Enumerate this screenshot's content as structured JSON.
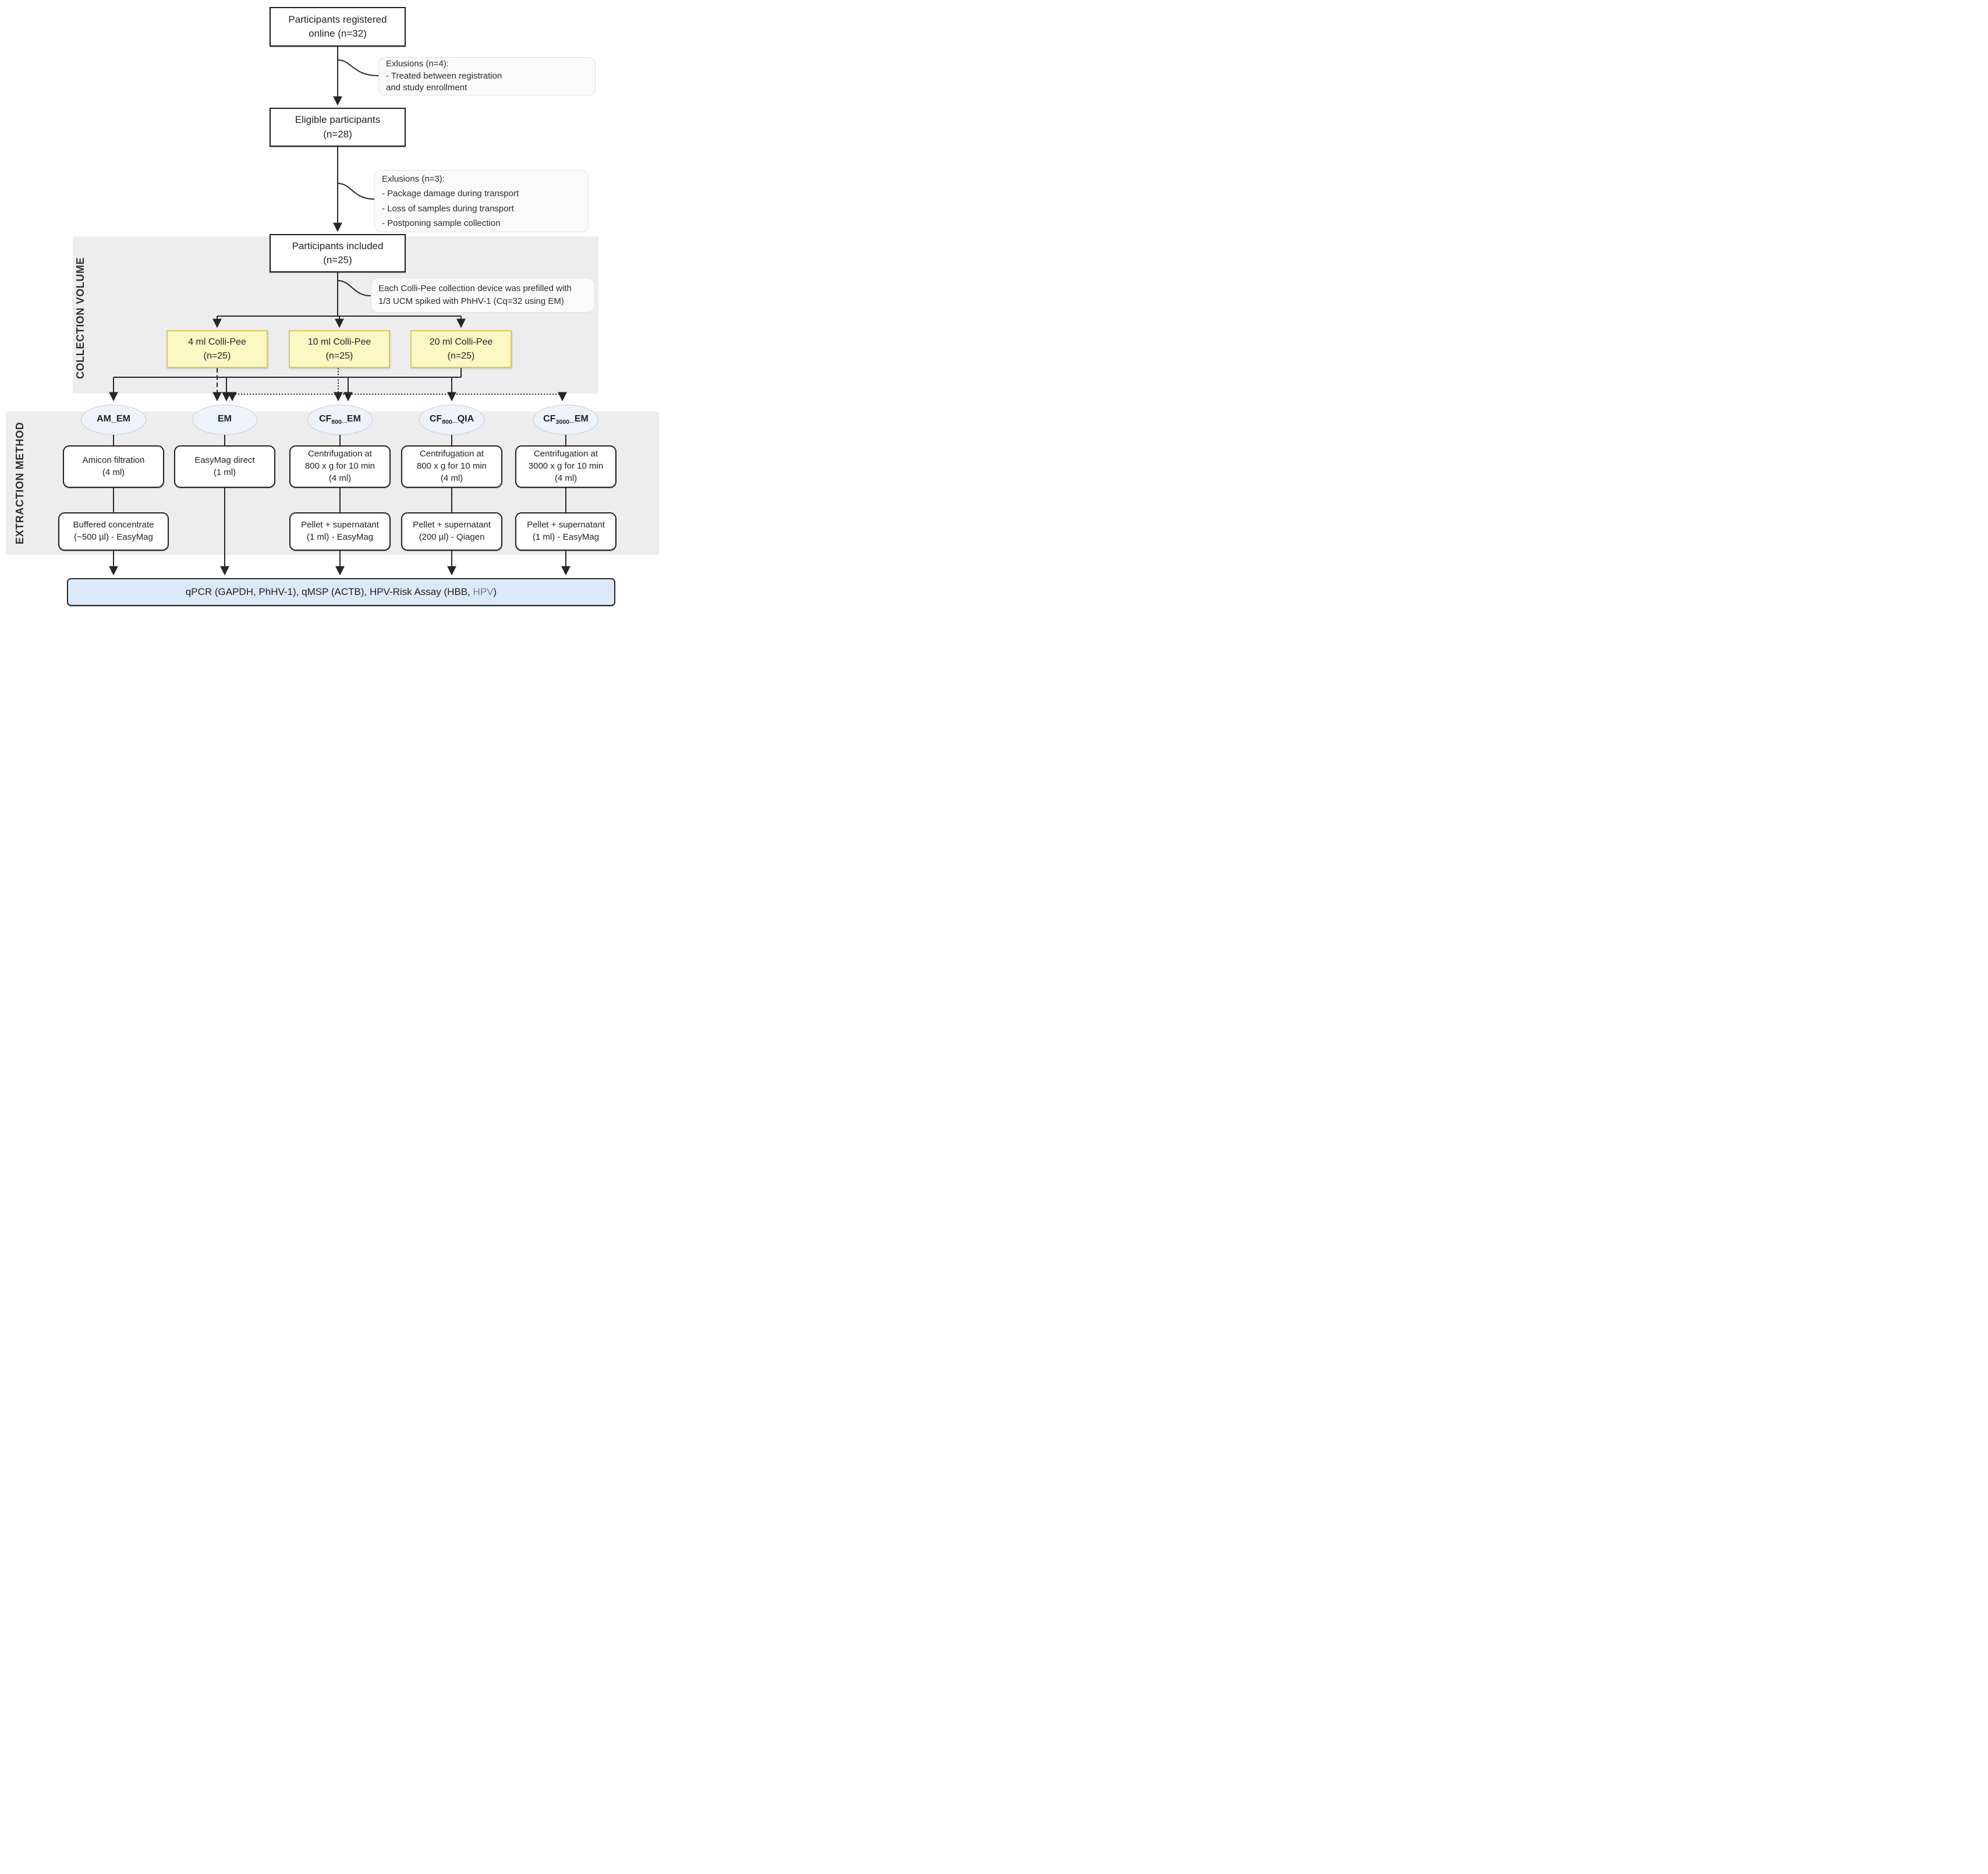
{
  "figure": {
    "type": "study-flow-diagram",
    "colors": {
      "panel_gray": "#ededed",
      "collection_box_fill": "#fbf8c3",
      "collection_box_border": "#d9c75e",
      "ellipse_fill": "#edf2fb",
      "final_box_fill": "#dbe9f8",
      "line": "#262626",
      "hpv_text": "#6e8096"
    }
  },
  "flow": {
    "box_registered": "Participants registered\nonline (n=32)",
    "note_exclusions_1": "Exlusions (n=4):\n- Treated between registration\nand study enrollment",
    "box_eligible": "Eligible participants\n(n=28)",
    "note_exclusions_2": "Exlusions (n=3):\n- Package damage during transport\n- Loss of samples during transport\n- Postponing sample collection",
    "box_included": "Participants included\n(n=25)",
    "note_prefill": "Each Colli-Pee collection device was prefilled with\n1/3 UCM spiked with PhHV-1 (Cq=32 using EM)"
  },
  "sections": {
    "collection": "COLLECTION VOLUME",
    "extraction": "EXTRACTION METHOD"
  },
  "collection_boxes": [
    {
      "label": "4 ml Colli-Pee\n(n=25)"
    },
    {
      "label": "10 ml Colli-Pee\n(n=25)"
    },
    {
      "label": "20 ml Colli-Pee\n(n=25)"
    }
  ],
  "methods": [
    {
      "ellipse": {
        "prefix": "AM_EM",
        "sub": "",
        "suffix": ""
      },
      "step1": "Amicon filtration\n(4 ml)",
      "step2": "Buffered concentrate\n(~500 µl) - EasyMag"
    },
    {
      "ellipse": {
        "prefix": "EM",
        "sub": "",
        "suffix": ""
      },
      "step1": "EasyMag direct\n(1 ml)"
    },
    {
      "ellipse": {
        "prefix": "CF",
        "sub": "800",
        "suffix": "_EM"
      },
      "step1": "Centrifugation at\n800 x g for 10 min\n(4 ml)",
      "step2": "Pellet + supernatant\n(1 ml) - EasyMag"
    },
    {
      "ellipse": {
        "prefix": "CF",
        "sub": "800",
        "suffix": "_QIA"
      },
      "step1": "Centrifugation at\n800 x g for 10 min\n(4 ml)",
      "step2": "Pellet + supernatant\n(200 µl) - Qiagen"
    },
    {
      "ellipse": {
        "prefix": "CF",
        "sub": "3000",
        "suffix": "_EM"
      },
      "step1": "Centrifugation at\n3000 x g for 10 min\n(4 ml)",
      "step2": "Pellet + supernatant\n(1 ml) - EasyMag"
    }
  ],
  "final_assay": {
    "part1": "qPCR (GAPDH, PhHV-1), qMSP (ACTB),  HPV-Risk Assay (HBB, ",
    "hpv": "HPV",
    "part2": ")"
  }
}
